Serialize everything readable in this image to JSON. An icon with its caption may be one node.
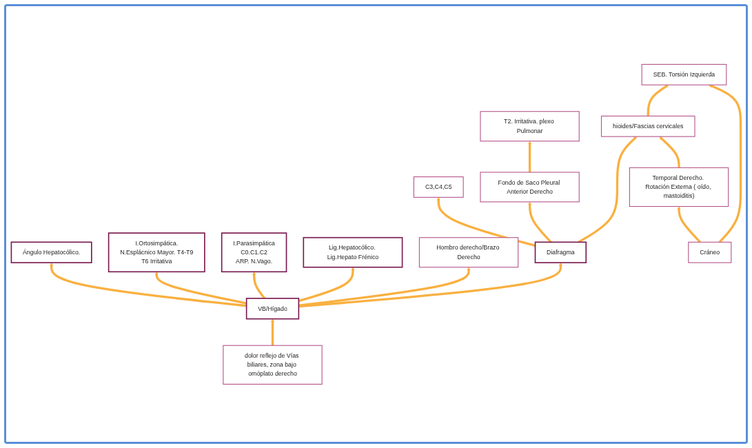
{
  "diagram": {
    "nodes": [
      {
        "text": [
          "SEB. Torsión Izquierda"
        ]
      },
      {
        "text": [
          "Cráneo"
        ]
      },
      {
        "text": [
          "Temporal Derecho. Rotación Externa ( oído, mastoiditis)"
        ]
      },
      {
        "text": [
          "hioides/Fascias cervicales"
        ]
      },
      {
        "text": [
          "Hombro derecho/Brazo Derecho"
        ]
      },
      {
        "text": [
          "Fondo de Saco Pleural Anterior Derecho"
        ]
      },
      {
        "text": [
          "T2. Irritativa. plexo Pulmonar"
        ]
      },
      {
        "text": [
          "C3,C4,C5"
        ]
      },
      {
        "text": [
          "Lig.Hepatocólico. Lig.Hepato Frénico"
        ]
      },
      {
        "text": [
          "Diafragma"
        ]
      },
      {
        "text": [
          "I.Parasimpática",
          "C0.C1.C2",
          "ARP. N.Vago."
        ]
      },
      {
        "text": [
          "I.Ortosimpática.",
          "N.Esplácnico Mayor. T4-T9",
          "T6 Irritativa"
        ]
      },
      {
        "text": [
          "Ángulo Hepatocólico."
        ]
      },
      {
        "text": [
          "VB/Hígado"
        ]
      },
      {
        "text": [
          "dolor reflejo de Vías biliares, zona bajo omóplato derecho"
        ]
      }
    ],
    "edges": [
      {
        "from": 1,
        "to": 0,
        "arrow": "to"
      },
      {
        "from": 1,
        "to": 2,
        "arrow": "to"
      },
      {
        "from": 2,
        "to": 3,
        "arrow": "to"
      },
      {
        "from": 3,
        "to": 0,
        "arrow": "to"
      },
      {
        "from": 9,
        "to": 3,
        "arrow": "to"
      },
      {
        "from": 5,
        "to": 6,
        "arrow": "to"
      },
      {
        "from": 9,
        "to": 5,
        "arrow": "to"
      },
      {
        "from": 9,
        "to": 7,
        "arrow": "to"
      },
      {
        "from": 13,
        "to": 4,
        "arrow": "to"
      },
      {
        "from": 13,
        "to": 8,
        "arrow": "to"
      },
      {
        "from": 13,
        "to": 9,
        "arrow": "to"
      },
      {
        "from": 13,
        "to": 10,
        "arrow": "to"
      },
      {
        "from": 13,
        "to": 11,
        "arrow": "to"
      },
      {
        "from": 13,
        "to": 12,
        "arrow": "to"
      },
      {
        "from": 14,
        "to": 13,
        "arrow": "to"
      }
    ]
  }
}
